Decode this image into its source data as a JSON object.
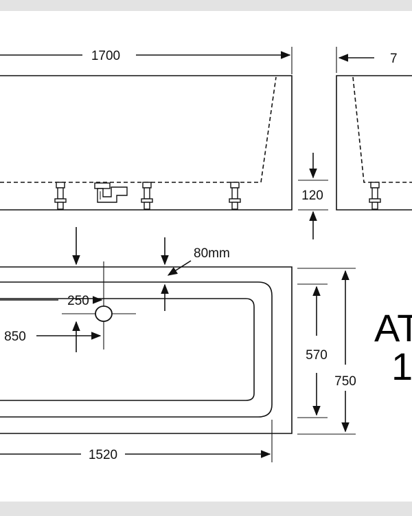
{
  "dimensions": {
    "length_top": "1700",
    "width_side": "7",
    "leg_height": "120",
    "rim": "80mm",
    "waste_offset_y": "250",
    "waste_offset_x": "850",
    "inner_width": "570",
    "outer_width": "750",
    "inner_length": "1520"
  },
  "model": {
    "line1": "AT",
    "line2": "1"
  }
}
